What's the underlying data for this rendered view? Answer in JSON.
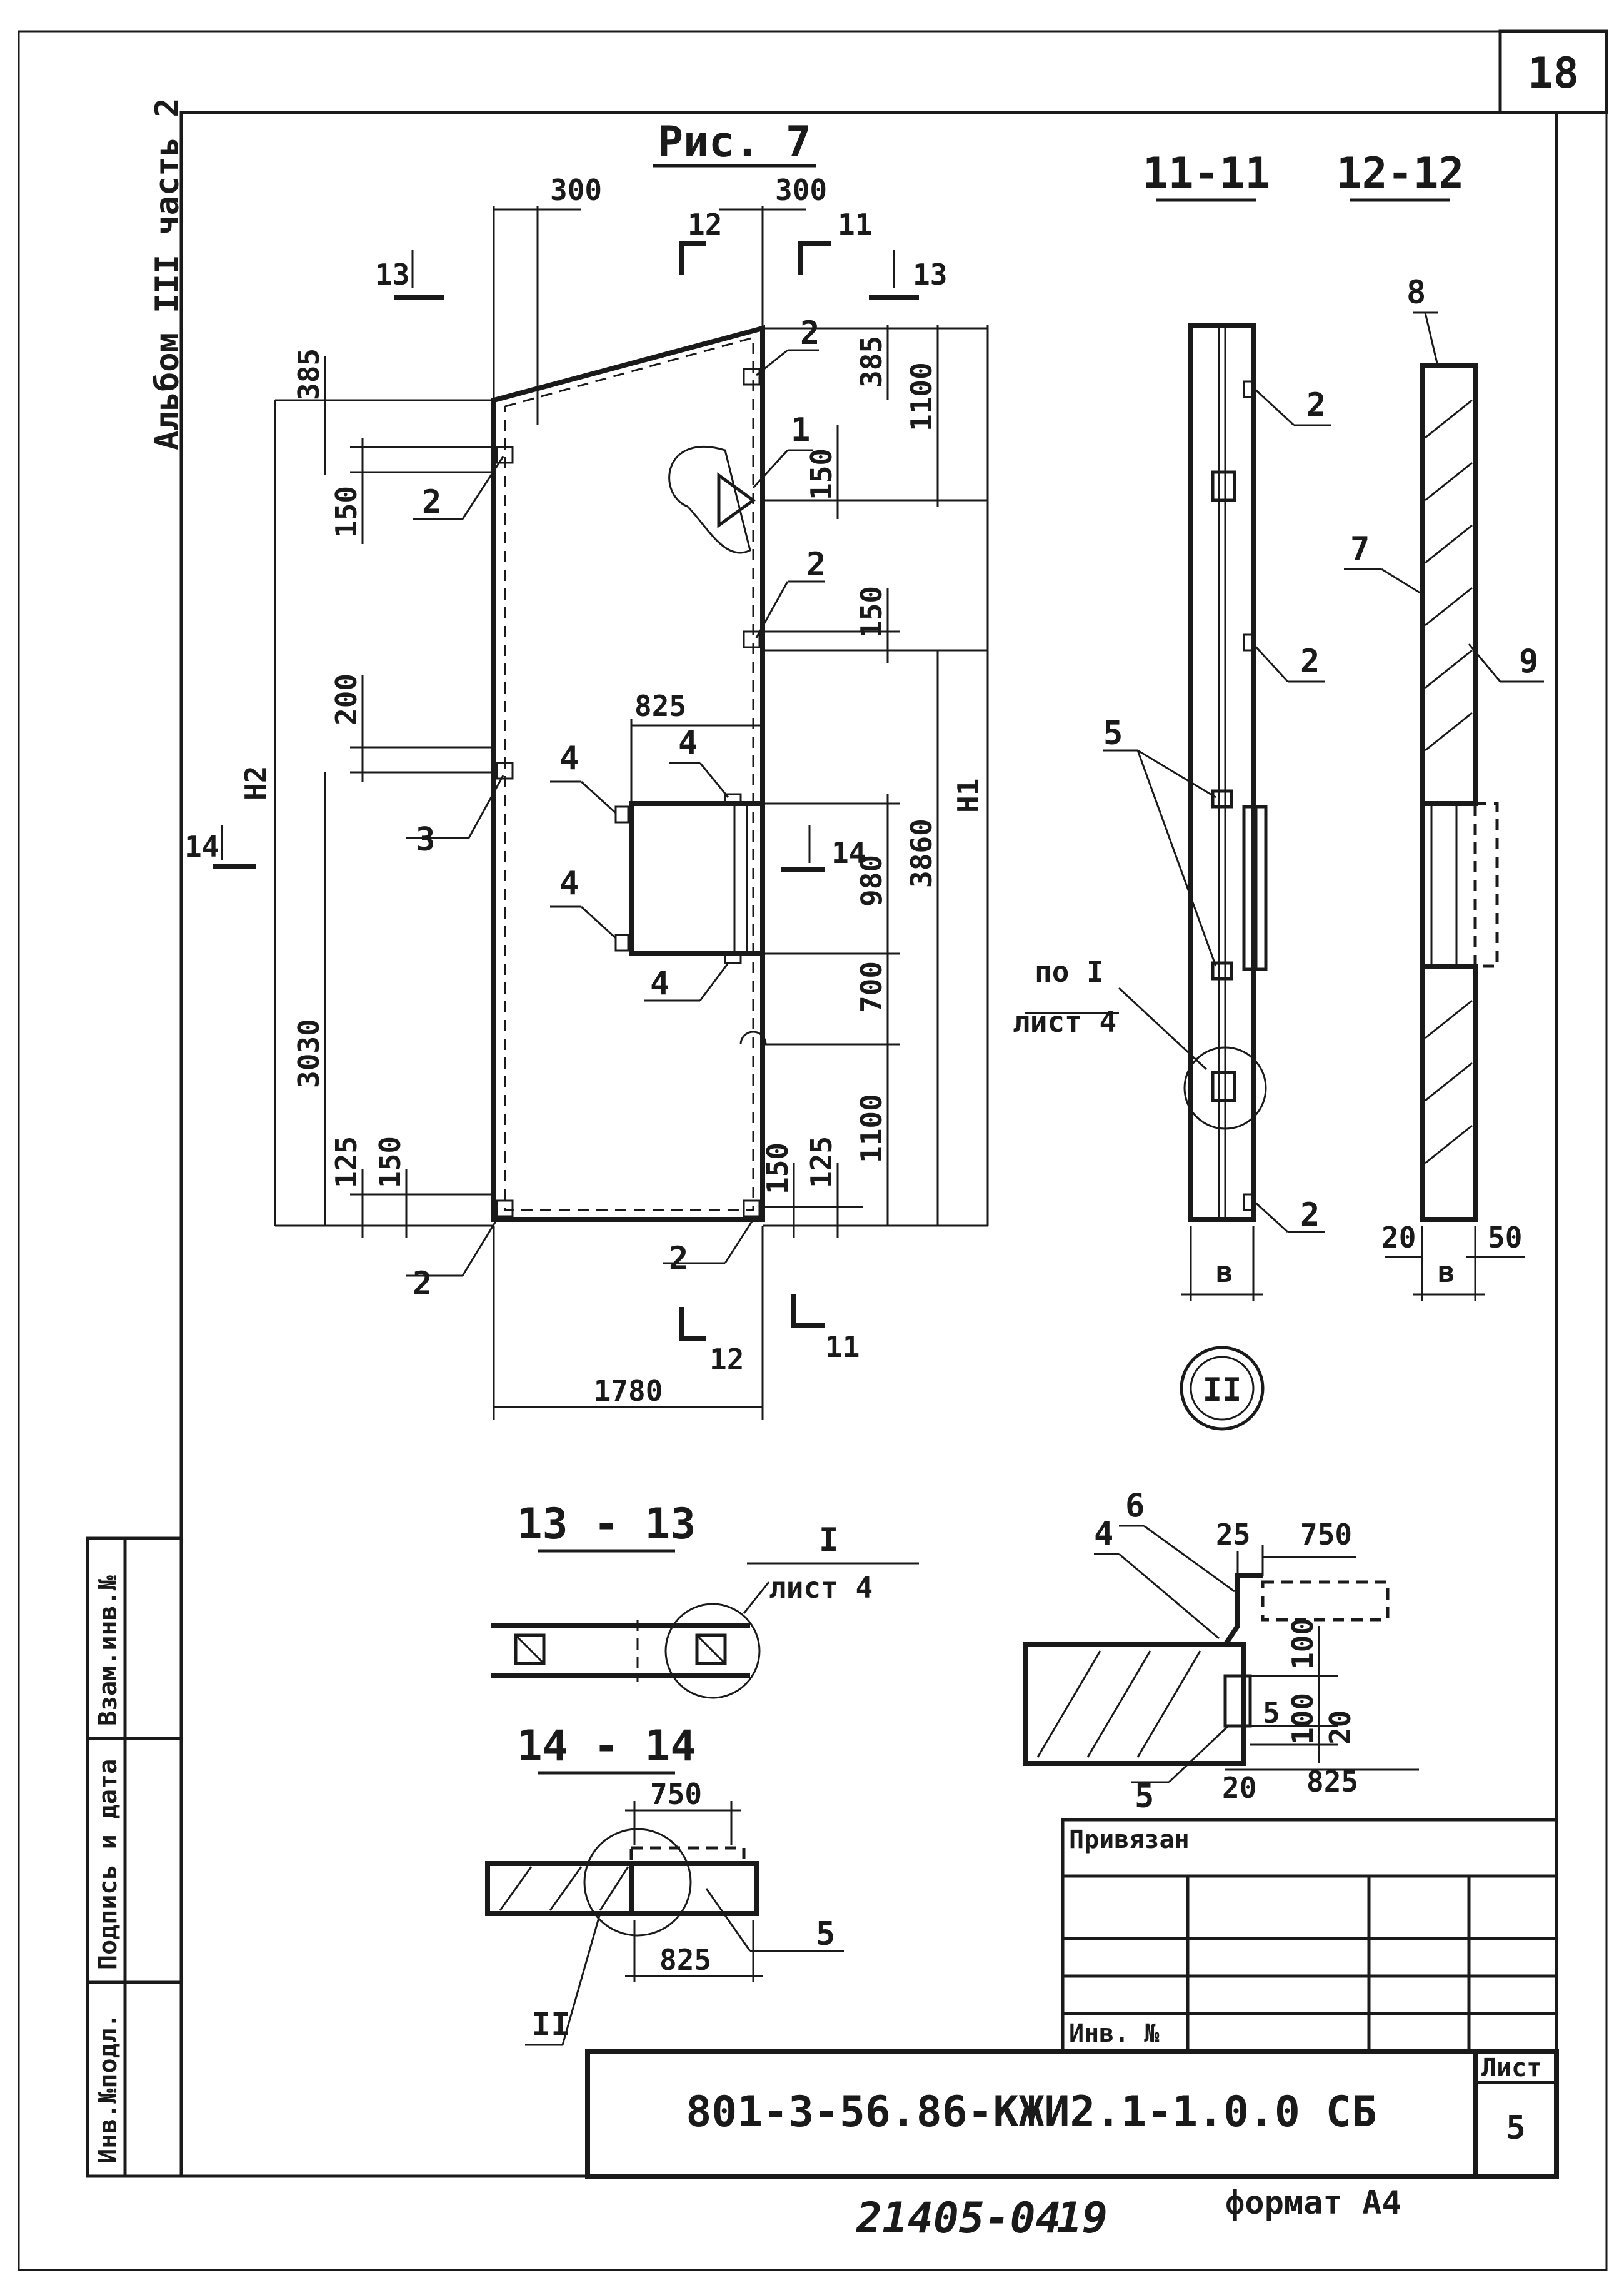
{
  "sheet_number": "18",
  "figure_title": "Рис. 7",
  "album_note": "Альбом III часть 2",
  "dimensions": {
    "d300_left": "300",
    "d300_right": "300",
    "d385_left": "385",
    "d385_right": "385",
    "d1100_top": "1100",
    "d150_a": "150",
    "d150_b": "150",
    "d150_c": "150",
    "d150_d": "150",
    "d150_e": "150",
    "d200": "200",
    "d825_top": "825",
    "d980": "980",
    "d3860": "3860",
    "d700": "700",
    "d1100_bot": "1100",
    "d125_left": "125",
    "d125_right": "125",
    "d3030": "3030",
    "d1780": "1780",
    "H1": "H1",
    "H2": "H2",
    "s11_b": "в",
    "s12_b": "в",
    "s12_20": "20",
    "s12_50": "50",
    "d750_14": "750",
    "d825_14": "825",
    "det_25": "25",
    "det_750": "750",
    "det_100a": "100",
    "det_100b": "100",
    "det_5": "5",
    "det_20a": "20",
    "det_20b": "20",
    "det_825": "825"
  },
  "section_marks": {
    "s11_top": "11",
    "s11_bot": "11",
    "s12_top": "12",
    "s12_bot": "12",
    "s13_left": "13",
    "s13_right": "13",
    "s14_left": "14",
    "s14_right": "14"
  },
  "section_titles": {
    "s11": "11-11",
    "s12": "12-12",
    "s13": "13 - 13",
    "s14": "14 - 14"
  },
  "callouts": {
    "c1": "1",
    "c2a": "2",
    "c2b": "2",
    "c2c": "2",
    "c2d": "2",
    "c2e": "2",
    "c3": "3",
    "c4a": "4",
    "c4b": "4",
    "c4c": "4",
    "c4d": "4",
    "s11_2a": "2",
    "s11_2b": "2",
    "s11_2c": "2",
    "s11_5": "5",
    "s12_7": "7",
    "s12_8": "8",
    "s12_9": "9",
    "det_4": "4",
    "det_6": "6",
    "det_5": "5",
    "s14_5": "5"
  },
  "references": {
    "po_I": "по I",
    "list4_a": "лист 4",
    "roman_I": "I",
    "list4_b": "лист 4",
    "roman_II_circle": "II",
    "roman_II_14": "II"
  },
  "side_stamp": {
    "inv_podl": "Инв.№подл.",
    "podpis": "Подпись и дата",
    "vzam": "Взам.инв.№"
  },
  "title_block": {
    "privyazan": "Привязан",
    "inv_no": "Инв. №",
    "document_code": "801-3-56.86-КЖИ2.1-1.0.0 СБ",
    "list_label": "Лист",
    "list_number": "5"
  },
  "footer": {
    "order_no": "21405-04",
    "page_no": "19",
    "format": "формат А4"
  }
}
